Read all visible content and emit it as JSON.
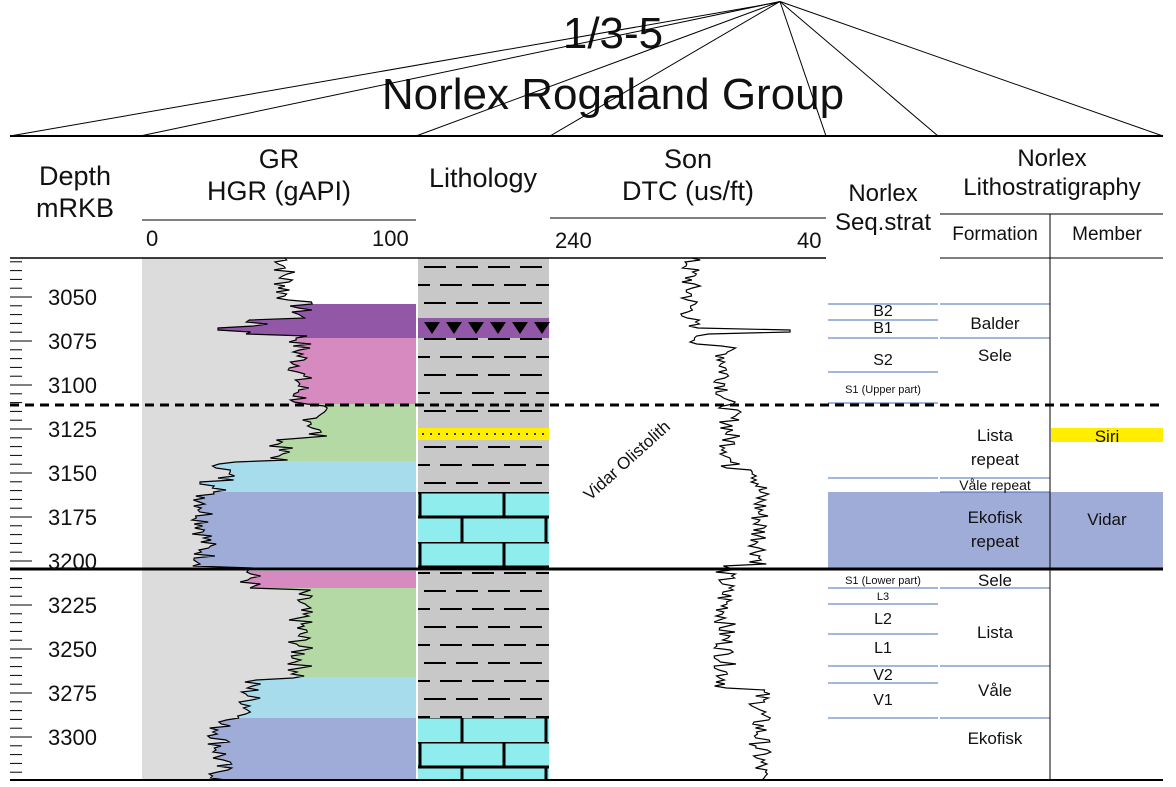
{
  "title": {
    "line1": "1/3-5",
    "line2": "Norlex Rogaland Group"
  },
  "headers": {
    "depth": [
      "Depth",
      "mRKB"
    ],
    "gr": [
      "GR",
      "HGR (gAPI)"
    ],
    "gr_min": "0",
    "gr_max": "100",
    "lithology": "Lithology",
    "son": [
      "Son",
      "DTC (us/ft)"
    ],
    "son_min": "240",
    "son_max": "40",
    "seq": [
      "Norlex",
      "Seq.strat"
    ],
    "litho": [
      "Norlex",
      "Lithostratigraphy"
    ],
    "formation": "Formation",
    "member": "Member"
  },
  "depth_ticks": [
    "3050",
    "3075",
    "3100",
    "3125",
    "3150",
    "3175",
    "3200",
    "3225",
    "3250",
    "3275",
    "3300"
  ],
  "annotation": "Vidar Olistolith",
  "seq_units": [
    "B2",
    "B1",
    "S2",
    "S1 (Upper part)",
    "S1 (Lower part)",
    "L3",
    "L2",
    "L1",
    "V2",
    "V1"
  ],
  "formations": {
    "balder": "Balder",
    "sele_upper": "Sele",
    "lista_repeat": [
      "Lista",
      "repeat"
    ],
    "vale_repeat": "Våle repeat",
    "ekofisk_repeat": [
      "Ekofisk",
      "repeat"
    ],
    "sele_lower": "Sele",
    "lista": "Lista",
    "vale": "Våle",
    "ekofisk": "Ekofisk"
  },
  "members": {
    "siri": "Siri",
    "vidar": "Vidar"
  },
  "colors": {
    "balder_purple": "#9357a8",
    "sele_pink": "#d68ac0",
    "lista_green": "#b4d9a5",
    "vale_blue": "#a6dcec",
    "ekofisk_blue": "#9eacd7",
    "shale_grey": "#c8c8c8",
    "chalk_cyan": "#8feded",
    "siri_yellow": "#ffee00"
  }
}
